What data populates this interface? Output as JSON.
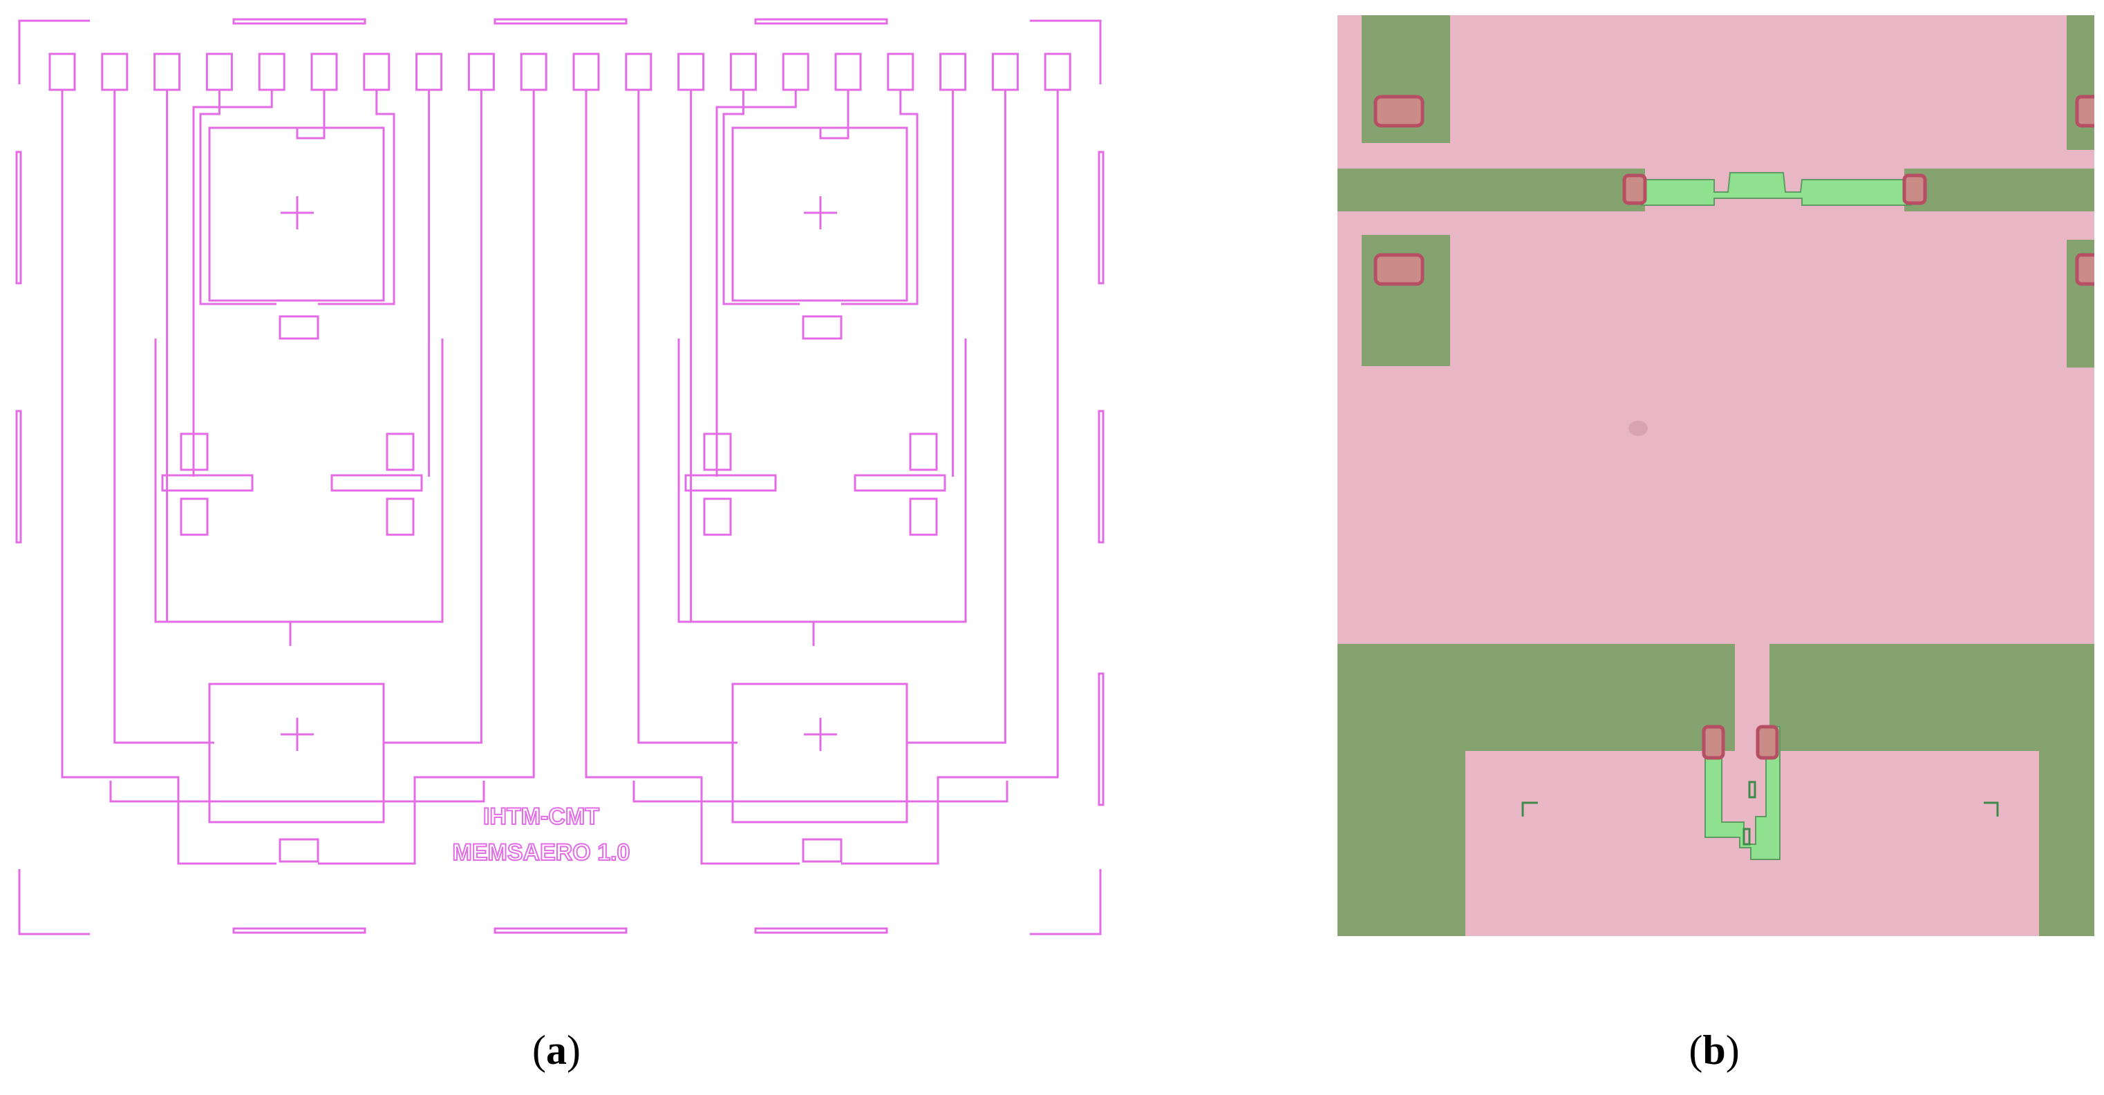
{
  "panel_a": {
    "layout_text_line1": "IHTM-CMT",
    "layout_text_line2": "MEMSAERO 1.0",
    "stroke_color": "#e36ce6",
    "pad_count": 20,
    "cross_marker_count": 4
  },
  "panel_b": {
    "colors": {
      "substrate_pink": "#e9b6c6",
      "metal_green": "#84a36e",
      "trace_green": "#8fe08f",
      "via_red": "#c0586e"
    }
  },
  "captions": {
    "a": {
      "open": "(",
      "letter": "a",
      "close": ")"
    },
    "b": {
      "open": "(",
      "letter": "b",
      "close": ")"
    }
  }
}
